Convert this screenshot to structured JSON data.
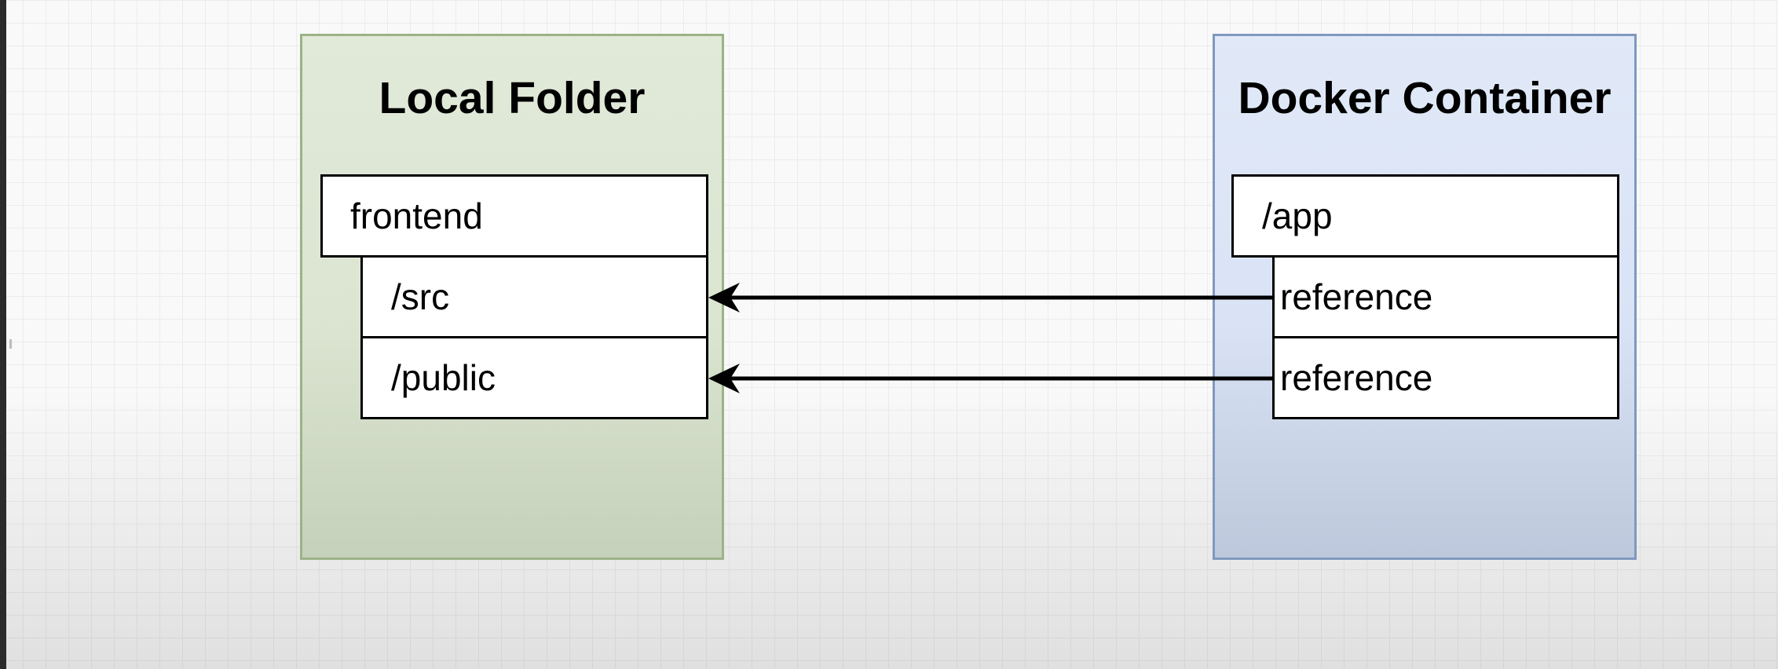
{
  "colors": {
    "local_border": "#9bb387",
    "docker_border": "#7f99bf",
    "arrow": "#000000"
  },
  "local": {
    "title": "Local Folder",
    "root": "frontend",
    "children": [
      "/src",
      "/public"
    ]
  },
  "docker": {
    "title": "Docker Container",
    "root": "/app",
    "children": [
      "reference",
      "reference"
    ]
  },
  "arrows": [
    {
      "from": "docker.children.0",
      "to": "local.children.0"
    },
    {
      "from": "docker.children.1",
      "to": "local.children.1"
    }
  ]
}
